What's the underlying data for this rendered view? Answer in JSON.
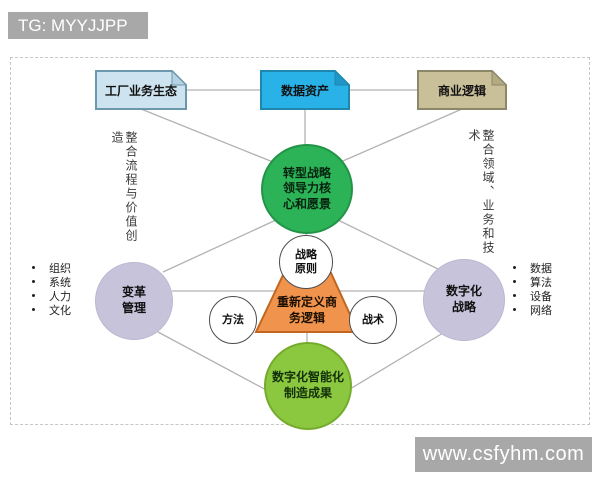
{
  "header": {
    "tag_label": "TG: MYYJJPP"
  },
  "footer": {
    "watermark": "www.csfyhm.com"
  },
  "top_boxes": {
    "factory": "工厂业务生态",
    "data_asset": "数据资产",
    "business_logic": "商业逻辑"
  },
  "side_notes": {
    "left": "整合流程与价值创造",
    "right": "整合领域、业务和技术"
  },
  "lists": {
    "left": [
      "组织",
      "系统",
      "人力",
      "文化"
    ],
    "right": [
      "数据",
      "算法",
      "设备",
      "网络"
    ]
  },
  "nodes": {
    "vision": "转型战略领导力核心和愿景",
    "principle": "战略原则",
    "redefine": "重新定义商务逻辑",
    "method": "方法",
    "tactics": "战术",
    "change_mgmt": "变革管理",
    "digital_strategy": "数字化战略",
    "outcome": "数字化智能化制造成果"
  },
  "colors": {
    "factory_box": "#cde3ef",
    "data_asset_box": "#29b2e8",
    "business_logic_box": "#c9c099",
    "vision_circle": "#2db357",
    "purple_circle": "#c7c3db",
    "orange_trapezoid": "#f0944d",
    "outcome_circle": "#8cc83f",
    "watermark_bg": "#a8a8a8",
    "connector_line": "#b3b1b1"
  }
}
